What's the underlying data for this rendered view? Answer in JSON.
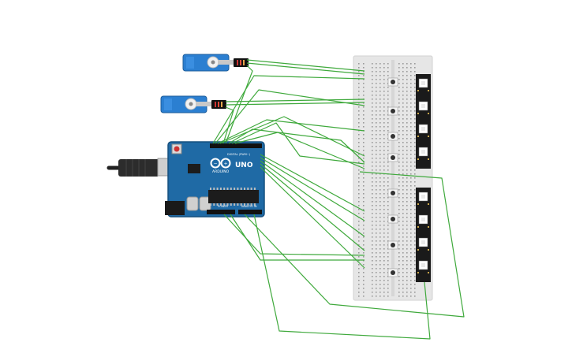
{
  "colors": {
    "background": "#ffffff",
    "wire": "#3fa93c",
    "arduino_board": "#1f6aa5",
    "arduino_dark": "#17507e",
    "servo_body": "#2b7fd1",
    "breadboard": "#e6e6e6",
    "breadboard_hole": "#9a9a9a",
    "led_strip": "#1a1a1a",
    "button_cap": "#333333"
  },
  "icons": {
    "arduino_logo": "infinity-logo-icon",
    "usb_connector": "usb-b-plug-icon",
    "power_jack": "dc-barrel-jack-icon",
    "servo": "servo-motor-icon",
    "pushbutton": "pushbutton-icon",
    "neopixel": "rgb-led-icon"
  },
  "arduino": {
    "brand_label": "ARDUINO",
    "model_label": "UNO",
    "digital_header_label": "DIGITAL (PWM~)",
    "power_header_label": "POWER",
    "analog_header_label": "ANALOG IN"
  },
  "servos": [
    {
      "id": "servo-1"
    },
    {
      "id": "servo-2"
    }
  ],
  "breadboard": {
    "pushbutton_count": 8,
    "led_strip_count": 2
  }
}
